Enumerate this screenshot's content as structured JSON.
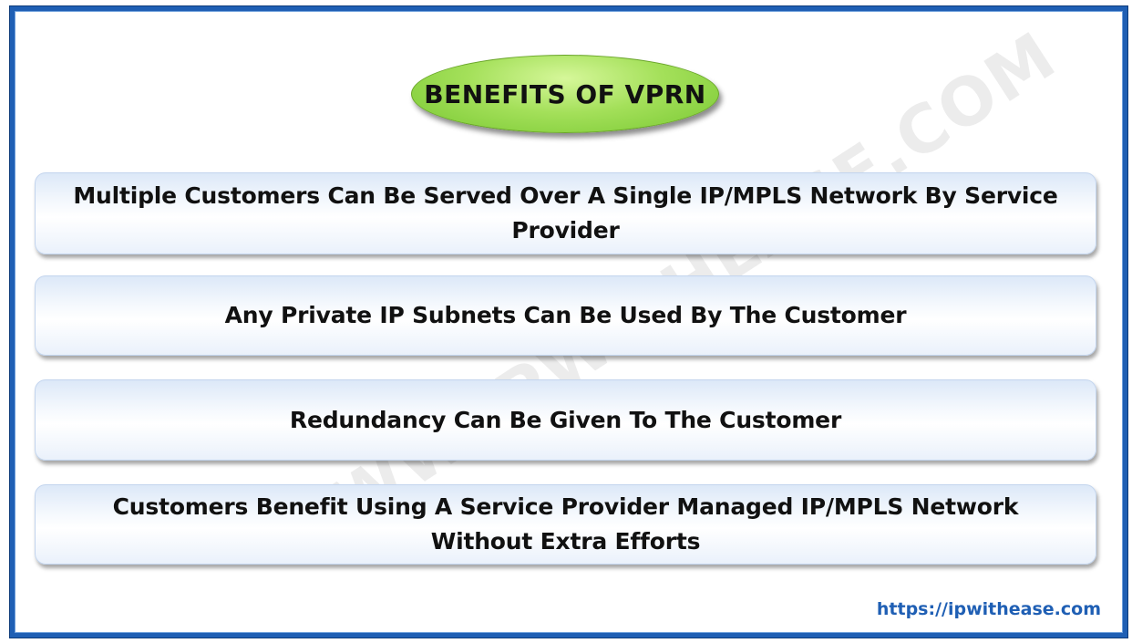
{
  "title": "BENEFITS OF VPRN",
  "benefits": [
    "Multiple Customers Can Be Served Over A Single IP/MPLS Network By Service Provider",
    "Any Private IP Subnets Can Be Used By The Customer",
    "Redundancy Can Be Given To The Customer",
    "Customers Benefit Using A Service Provider Managed IP/MPLS Network Without Extra Efforts"
  ],
  "watermark": "WWW.IPWITHEASE.COM",
  "footer_url": "https://ipwithease.com",
  "colors": {
    "frame": "#1f5fb4",
    "title_pill": "#a4e05a",
    "box_fill": "#eaf1fb",
    "url_text": "#1f5fb4"
  }
}
